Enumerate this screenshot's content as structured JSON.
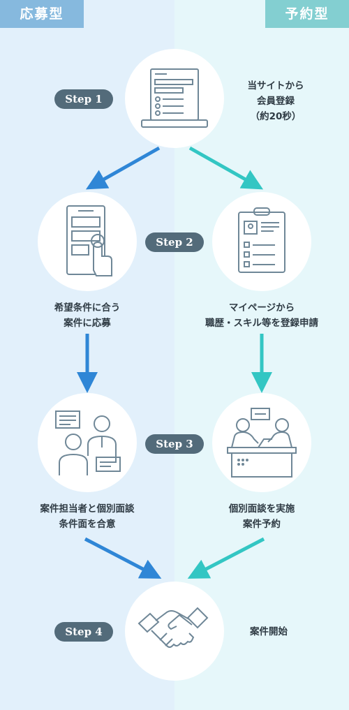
{
  "tags": {
    "left": "応募型",
    "right": "予約型"
  },
  "steps": [
    "Step 1",
    "Step 2",
    "Step 3",
    "Step 4"
  ],
  "step1": {
    "text": [
      "当サイトから",
      "会員登録",
      "（約20秒）"
    ]
  },
  "apply": {
    "step2": [
      "希望条件に合う",
      "案件に応募"
    ],
    "step3": [
      "案件担当者と個別面談",
      "条件面を合意"
    ]
  },
  "reserve": {
    "step2": [
      "マイページから",
      "職歴・スキル等を登録申請"
    ],
    "step3": [
      "個別面談を実施",
      "案件予約"
    ]
  },
  "step4": {
    "text": "案件開始"
  },
  "colors": {
    "blue_arrow": "#2f86d6",
    "teal_arrow": "#33c6c3",
    "icon": "#6f8797",
    "step_pill": "#536b7a"
  },
  "icons": [
    "laptop-form-icon",
    "tablet-tap-icon",
    "clipboard-profile-icon",
    "interview-icon",
    "meeting-desk-icon",
    "handshake-icon"
  ]
}
